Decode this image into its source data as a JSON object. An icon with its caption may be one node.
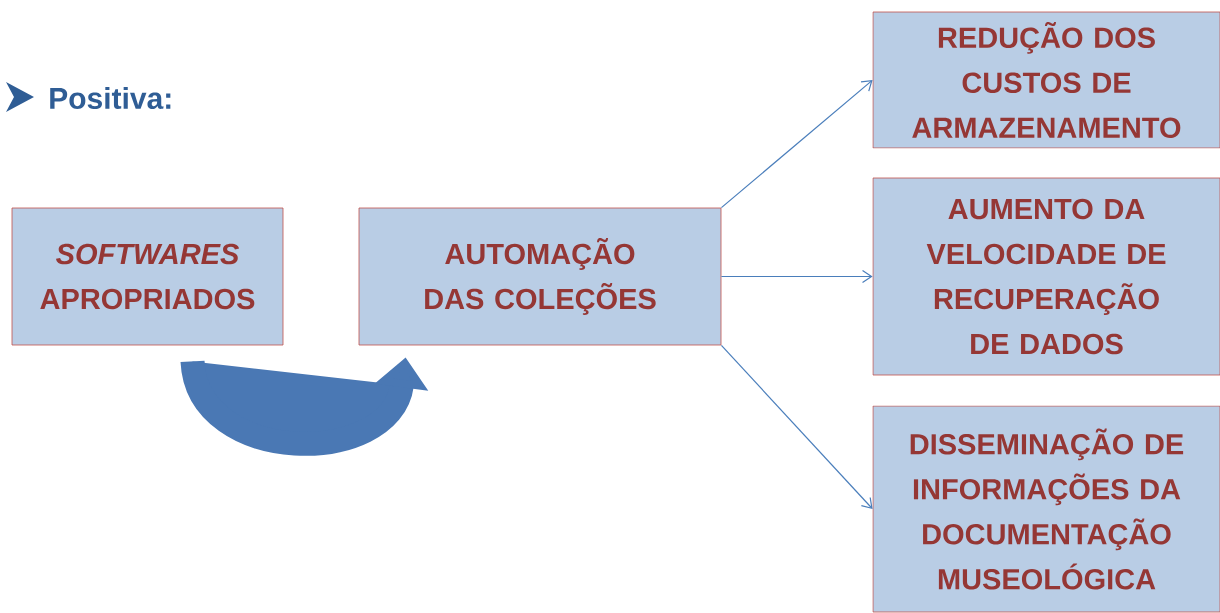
{
  "diagram": {
    "title": "Positiva:",
    "nodes": [
      {
        "text": [
          "*SOFTWARES* APROPRIADOS"
        ]
      },
      {
        "text": [
          "AUTOMAÇÃO DAS COLEÇÕES"
        ]
      },
      {
        "text": [
          "REDUÇÃO DOS CUSTOS DE ARMAZENAMENTO"
        ]
      },
      {
        "text": [
          "AUMENTO DA VELOCIDADE DE RECUPERAÇÃO DE DADOS"
        ]
      },
      {
        "text": [
          "DISSEMINAÇÃO DE INFORMAÇÕES DA DOCUMENTAÇÃO MUSEOLÓGICA"
        ]
      }
    ],
    "edges": [
      {
        "from": 0,
        "to": 1,
        "arrow": "to",
        "style": "thick",
        "color": "#4a78b4"
      },
      {
        "from": 1,
        "to": 2,
        "arrow": "to"
      },
      {
        "from": 1,
        "to": 3,
        "arrow": "to"
      },
      {
        "from": 1,
        "to": 4,
        "arrow": "to"
      }
    ]
  }
}
